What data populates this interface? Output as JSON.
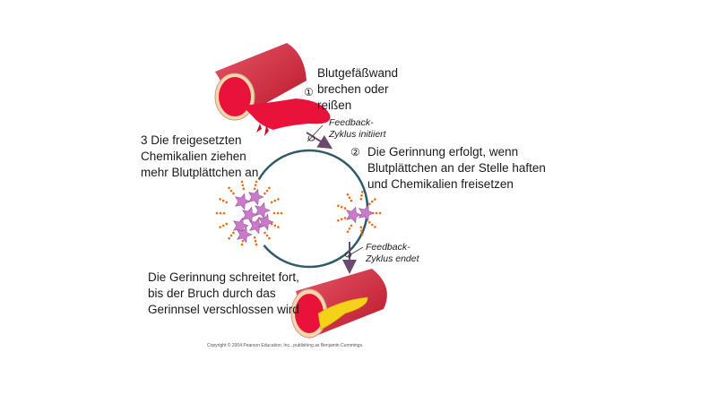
{
  "diagram": {
    "steps": [
      {
        "marker": "①",
        "text": "Blutgefäßwand\nbrechen oder\nreißen"
      },
      {
        "marker": "②",
        "text": "Die Gerinnung erfolgt, wenn\nBlutplättchen an der Stelle haften\nund Chemikalien freisetzen"
      },
      {
        "marker": "",
        "text": "3 Die freigesetzten\nChemikalien ziehen\nmehr Blutplättchen an"
      },
      {
        "marker": "",
        "text": "Die Gerinnung schreitet fort,\nbis der Bruch durch das\nGerinnsel verschlossen wird"
      }
    ],
    "feedback_start": "Feedback-\nZyklus initiiert",
    "feedback_end": "Feedback-\nZyklus endet",
    "copyright": "Copyright © 2004 Pearson Education, Inc., publishing as Benjamin Cummings.",
    "colors": {
      "cycle": "#2f5a66",
      "arrow": "#6b4a6e",
      "blood": "#e8123a",
      "vessel": "#c81e35",
      "platelet": "#c97bc9",
      "chemical": "#f06a14",
      "clot": "#f4d21a"
    }
  }
}
